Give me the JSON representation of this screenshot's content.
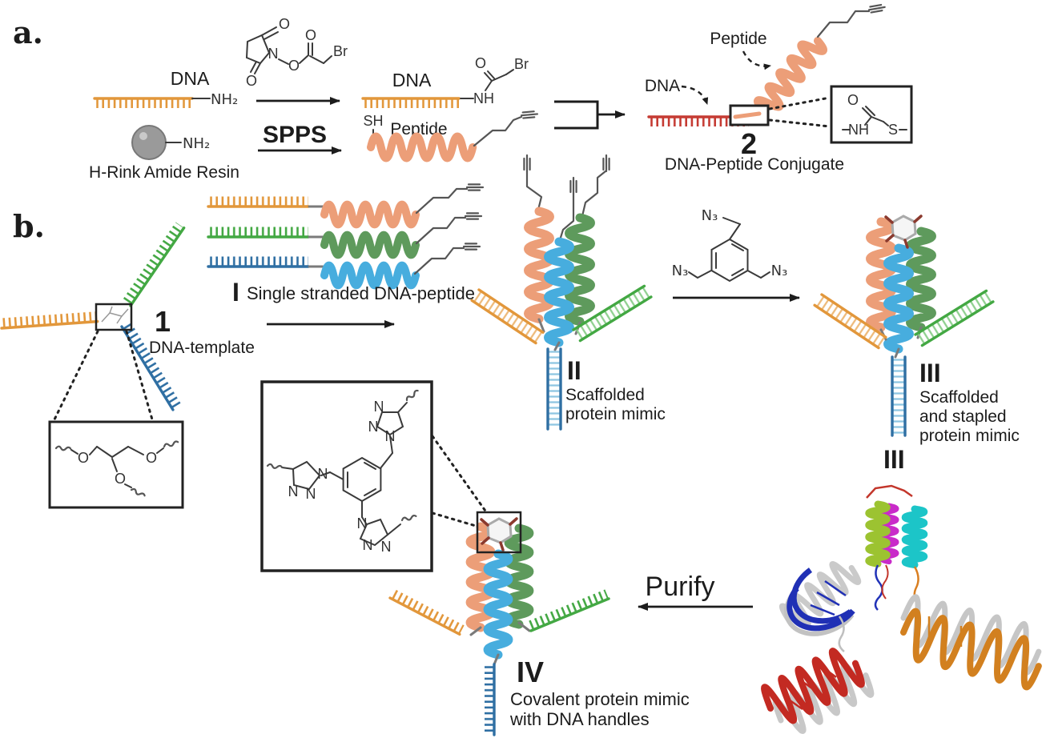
{
  "colors": {
    "dna_orange": "#E2973B",
    "dna_red": "#C53B33",
    "dna_green": "#43A843",
    "dna_blue": "#2F6FA3",
    "helix_salmon": "#EC9E78",
    "helix_green": "#5E9A5C",
    "helix_blue": "#47ADDE",
    "resin_gray": "#9A9A9A",
    "ink": "#1C1C1C"
  },
  "panel_a": {
    "label": "a.",
    "dna1_label": "DNA",
    "dna1_amine": "NH₂",
    "nhs": {
      "o_top": "O",
      "o_bottom": "O",
      "n": "N",
      "o_ester": "O",
      "o_acyl": "O",
      "br": "Br"
    },
    "spps_label": "SPPS",
    "resin_amine": "NH₂",
    "resin_label": "H-Rink Amide Resin",
    "dna2_label": "DNA",
    "dna2_nh": "NH",
    "dna2_o": "O",
    "dna2_br": "Br",
    "peptide_sh": "SH",
    "peptide_label": "Peptide",
    "conjugate": {
      "peptide_label": "Peptide",
      "dna_label": "DNA",
      "number": "2",
      "caption": "DNA-Peptide Conjugate",
      "linker": {
        "o": "O",
        "nh": "NH",
        "s": "S"
      }
    }
  },
  "panel_b": {
    "label": "b.",
    "template_number": "1",
    "template_caption": "DNA-template",
    "glycerol": {
      "o_left": "O",
      "o_mid": "O",
      "o_right": "O"
    },
    "step1": {
      "numeral": "I",
      "caption": "Single stranded DNA-peptide"
    },
    "step2": {
      "numeral": "II",
      "caption1": "Scaffolded",
      "caption2": "protein mimic"
    },
    "azide": {
      "top": "N₃",
      "left": "N₃",
      "right": "N₃"
    },
    "step3": {
      "numeral": "III",
      "caption1": "Scaffolded",
      "caption2": "and stapled",
      "caption3": "protein mimic"
    },
    "model_label": "III",
    "purify_label": "Purify",
    "step4": {
      "numeral": "IV",
      "caption1": "Covalent protein mimic",
      "caption2": "with DNA handles"
    },
    "triazole": {
      "top": {
        "n1": "N",
        "n2": "N",
        "n3": "N"
      },
      "left": {
        "n1": "N",
        "n2": "N",
        "n3": "N"
      },
      "bottom": {
        "n1": "N",
        "n2": "N",
        "n3": "N"
      }
    }
  }
}
